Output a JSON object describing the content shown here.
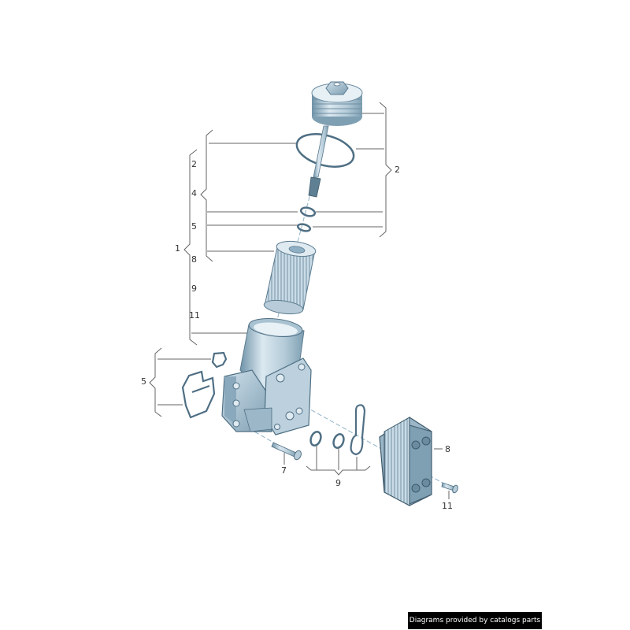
{
  "diagram": {
    "title": "Oil filter housing exploded view",
    "accent_color": "#8fb3c8",
    "line_color": "#555555",
    "parts": [
      {
        "id": "filter-cap",
        "name": "Oil filter cap"
      },
      {
        "id": "cap-oring",
        "name": "O-ring (cap)"
      },
      {
        "id": "drain-pin",
        "name": "Drain pin"
      },
      {
        "id": "seal-ring-upper",
        "name": "Seal ring"
      },
      {
        "id": "seal-ring-lower",
        "name": "Seal ring"
      },
      {
        "id": "filter-element",
        "name": "Filter element"
      },
      {
        "id": "filter-housing",
        "name": "Oil filter housing"
      },
      {
        "id": "gasket-small",
        "name": "Gasket"
      },
      {
        "id": "gasket-large",
        "name": "Gasket"
      },
      {
        "id": "housing-bolt",
        "name": "Bolt"
      },
      {
        "id": "oring-a",
        "name": "O-ring"
      },
      {
        "id": "oring-b",
        "name": "O-ring"
      },
      {
        "id": "gasket-oval",
        "name": "Gasket"
      },
      {
        "id": "oil-cooler",
        "name": "Oil cooler"
      },
      {
        "id": "cooler-bolt",
        "name": "Bolt"
      }
    ],
    "callouts": {
      "left_group_1": "1",
      "left_sub": [
        "2",
        "4",
        "5",
        "8",
        "9",
        "11"
      ],
      "right_group_2": "2",
      "gasket_group": "5",
      "bolt_7": "7",
      "orings_9": "9",
      "cooler_8": "8",
      "bolt_11": "11"
    }
  },
  "footer": {
    "text": "Diagrams provided by catalogs parts"
  }
}
